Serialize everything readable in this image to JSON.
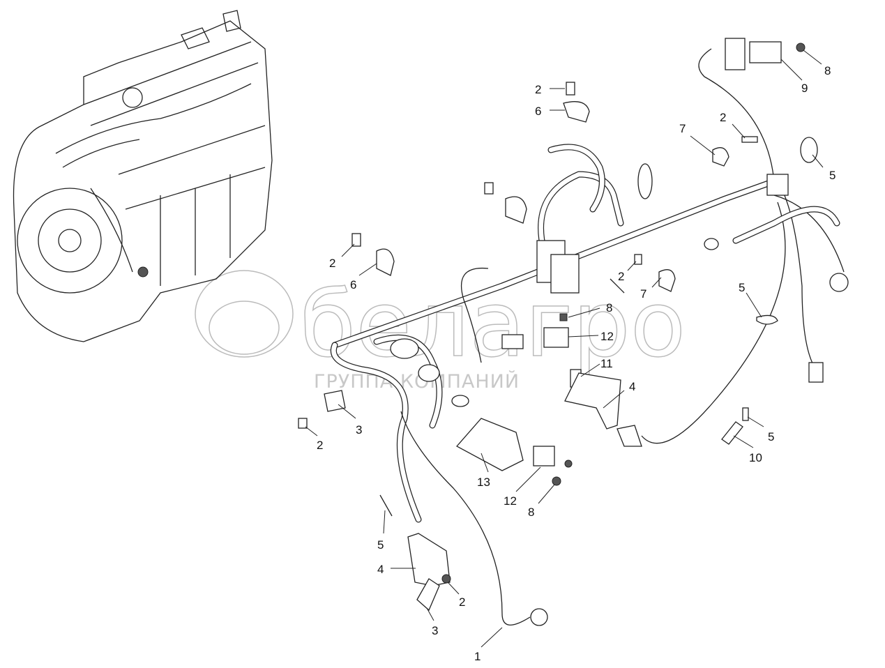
{
  "watermark": {
    "brand": "белагро",
    "subtitle": "ГРУППА КОМПАНИЙ"
  },
  "callouts": [
    "2",
    "6",
    "8",
    "9",
    "7",
    "2",
    "5",
    "2",
    "6",
    "2",
    "7",
    "8",
    "5",
    "12",
    "11",
    "4",
    "3",
    "2",
    "5",
    "10",
    "13",
    "12",
    "8",
    "5",
    "4",
    "2",
    "3",
    "1"
  ]
}
